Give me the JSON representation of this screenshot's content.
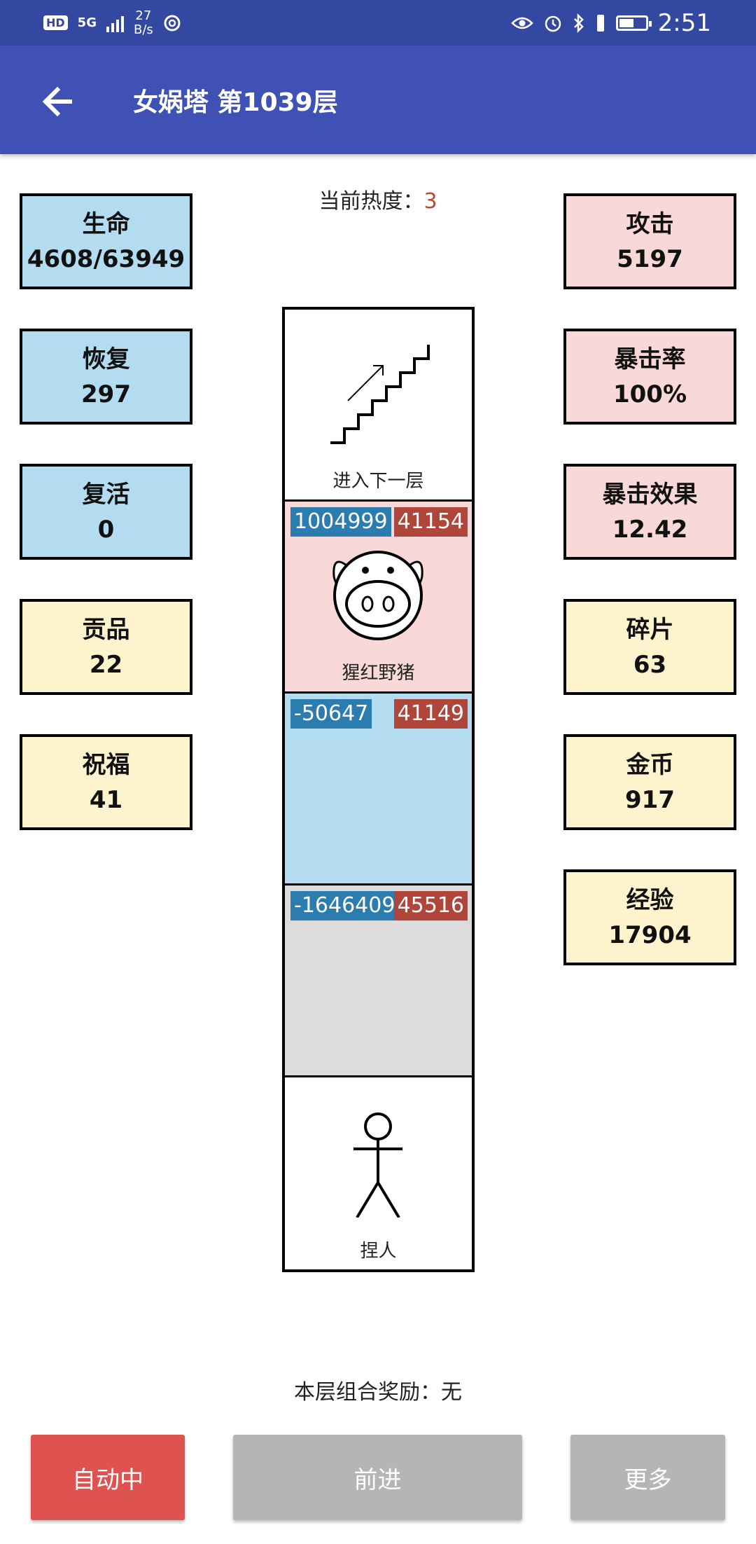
{
  "status_bar": {
    "hd_badge": "HD",
    "network": "5G",
    "speed_value": "27",
    "speed_unit": "B/s",
    "time": "2:51",
    "icons": [
      "hd-icon",
      "signal-icon",
      "loading-icon",
      "eye-icon",
      "alarm-icon",
      "bluetooth-icon",
      "vibrate-icon",
      "battery-icon"
    ]
  },
  "app_bar": {
    "title": "女娲塔 第1039层",
    "back_icon": "arrow-left-icon"
  },
  "heat": {
    "label": "当前热度：",
    "value": "3"
  },
  "left_stats": [
    {
      "name": "生命",
      "value": "4608/63949"
    },
    {
      "name": "恢复",
      "value": "297"
    },
    {
      "name": "复活",
      "value": "0"
    },
    {
      "name": "贡品",
      "value": "22"
    },
    {
      "name": "祝福",
      "value": "41"
    }
  ],
  "right_stats": [
    {
      "name": "攻击",
      "value": "5197"
    },
    {
      "name": "暴击率",
      "value": "100%"
    },
    {
      "name": "暴击效果",
      "value": "12.42"
    },
    {
      "name": "碎片",
      "value": "63"
    },
    {
      "name": "金币",
      "value": "917"
    },
    {
      "name": "经验",
      "value": "17904"
    }
  ],
  "tower": {
    "stairs": {
      "label": "进入下一层",
      "icon": "stairs-icon"
    },
    "floors": [
      {
        "hp": "1004999",
        "atk": "41154",
        "label": "猩红野猪",
        "icon": "pig-icon",
        "color": "#f9d9d7"
      },
      {
        "hp": "-50647",
        "atk": "41149",
        "label": "",
        "color": "#b3dcf0"
      },
      {
        "hp": "-1646409",
        "atk": "45516",
        "label": "",
        "color": "#dcdcdc"
      }
    ],
    "player": {
      "label": "捏人",
      "icon": "stick-figure-icon"
    }
  },
  "combo": {
    "label": "本层组合奖励：",
    "value": "无"
  },
  "buttons": {
    "auto": "自动中",
    "forward": "前进",
    "more": "更多"
  },
  "colors": {
    "status_bar": "#3348a0",
    "app_bar": "#3f51b5",
    "hp_tag": "#2b7db0",
    "atk_tag": "#b0453a",
    "auto_button": "#de5350",
    "disabled_button": "#b5b5b5"
  }
}
